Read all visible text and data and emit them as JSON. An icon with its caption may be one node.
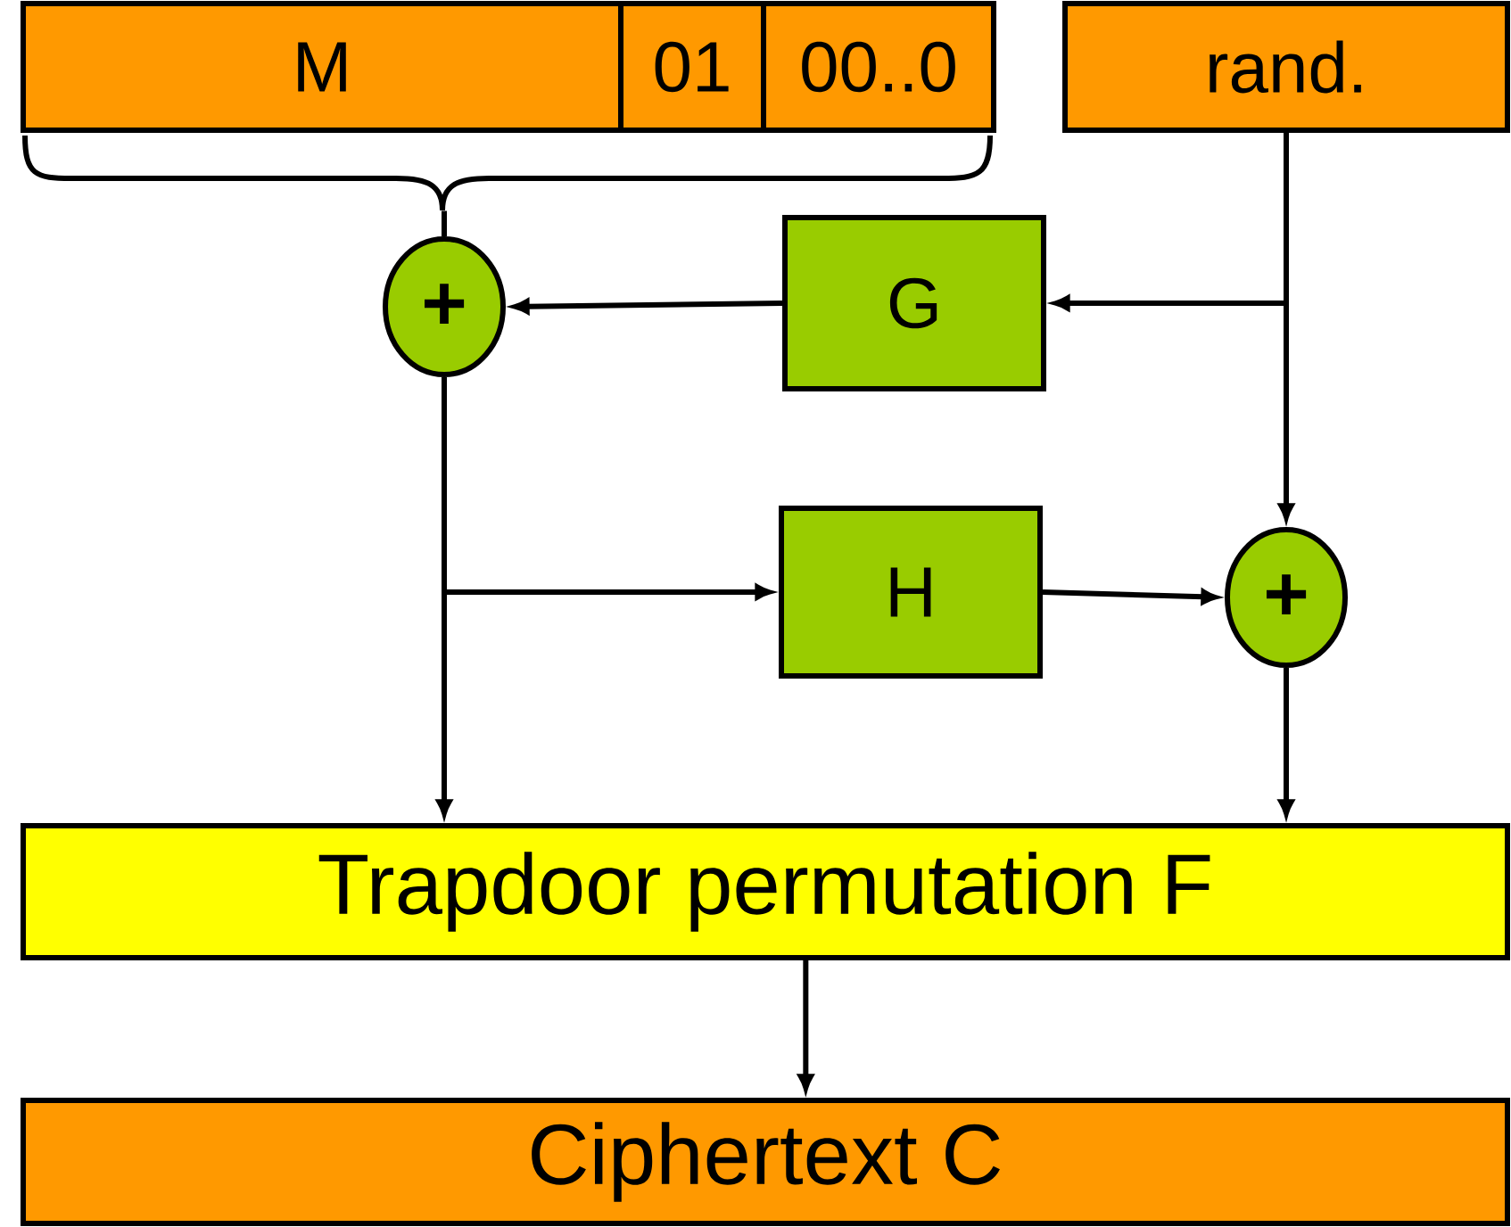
{
  "diagram": {
    "nodes": [
      {
        "text": [
          "M"
        ]
      },
      {
        "text": [
          "01"
        ]
      },
      {
        "text": [
          "00..0"
        ]
      },
      {
        "text": [
          "rand."
        ]
      },
      {
        "text": [
          "+"
        ]
      },
      {
        "text": [
          "G"
        ]
      },
      {
        "text": [
          "H"
        ]
      },
      {
        "text": [
          "+"
        ]
      },
      {
        "text": [
          "Trapdoor permutation F"
        ]
      },
      {
        "text": [
          "Ciphertext C"
        ]
      },
      {
        "text": [],
        "shape": "brace"
      }
    ],
    "edges": [
      {
        "from": 10,
        "to": 4,
        "arrow": "none"
      },
      {
        "from": 3,
        "to": 5,
        "arrow": "to"
      },
      {
        "from": 3,
        "to": 7,
        "arrow": "to"
      },
      {
        "from": 5,
        "to": 4,
        "arrow": "to"
      },
      {
        "from": 4,
        "to": 8,
        "arrow": "to"
      },
      {
        "from": 4,
        "to": 6,
        "arrow": "to"
      },
      {
        "from": 6,
        "to": 7,
        "arrow": "to"
      },
      {
        "from": 7,
        "to": 8,
        "arrow": "to"
      },
      {
        "from": 8,
        "to": 9,
        "arrow": "to"
      }
    ]
  }
}
